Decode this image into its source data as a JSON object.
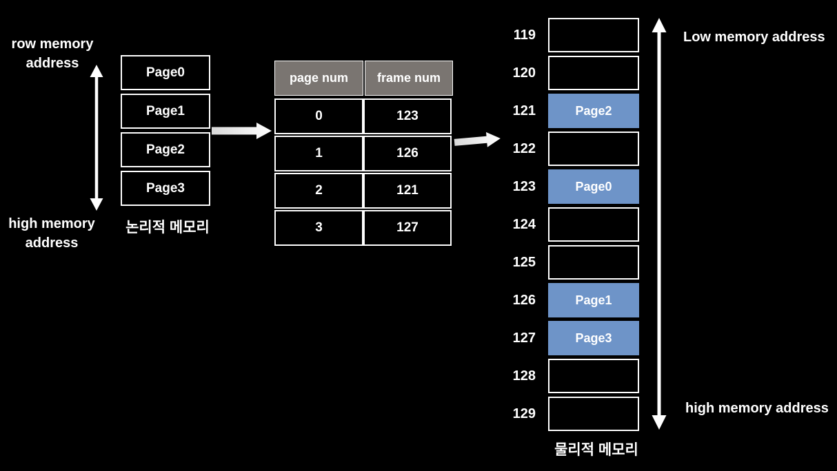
{
  "colors": {
    "background": "#000000",
    "text": "#ffffff",
    "box_border": "#ffffff",
    "frame_fill": "#6E94C8",
    "table_header_bg": "#7A7571",
    "arrow": "#ffffff"
  },
  "logical_memory": {
    "top_label_line1": "row memory",
    "top_label_line2": "address",
    "bottom_label_line1": "high memory",
    "bottom_label_line2": "address",
    "pages": [
      "Page0",
      "Page1",
      "Page2",
      "Page3"
    ],
    "caption": "논리적 메모리"
  },
  "page_table": {
    "headers": [
      "page num",
      "frame num"
    ],
    "rows": [
      {
        "page": "0",
        "frame": "123"
      },
      {
        "page": "1",
        "frame": "126"
      },
      {
        "page": "2",
        "frame": "121"
      },
      {
        "page": "3",
        "frame": "127"
      }
    ]
  },
  "physical_memory": {
    "caption": "물리적 메모리",
    "top_label": "Low memory address",
    "bottom_label": "high memory address",
    "frames": [
      {
        "addr": "119",
        "page": ""
      },
      {
        "addr": "120",
        "page": ""
      },
      {
        "addr": "121",
        "page": "Page2"
      },
      {
        "addr": "122",
        "page": ""
      },
      {
        "addr": "123",
        "page": "Page0"
      },
      {
        "addr": "124",
        "page": ""
      },
      {
        "addr": "125",
        "page": ""
      },
      {
        "addr": "126",
        "page": "Page1"
      },
      {
        "addr": "127",
        "page": "Page3"
      },
      {
        "addr": "128",
        "page": ""
      },
      {
        "addr": "129",
        "page": ""
      }
    ]
  }
}
